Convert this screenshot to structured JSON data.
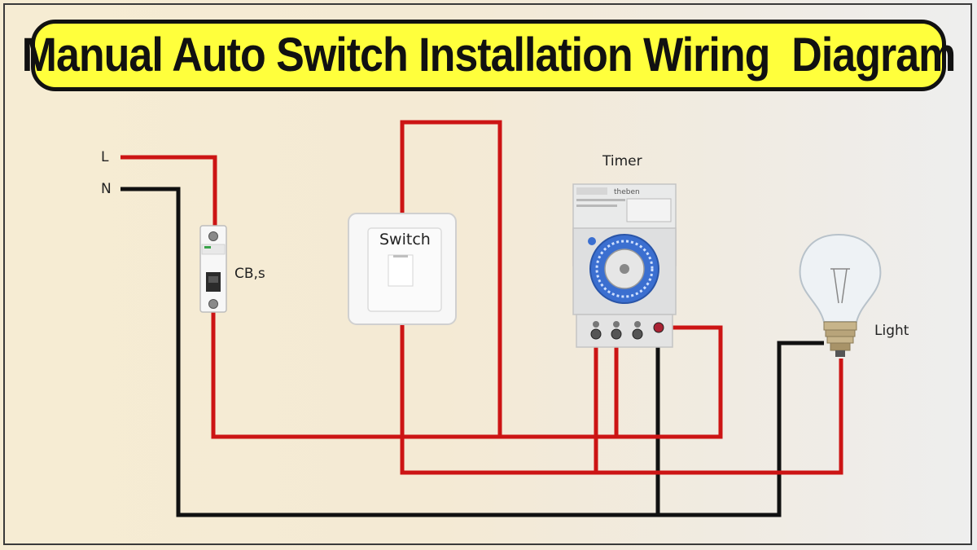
{
  "title": "Manual Auto Switch Installation Wiring  Diagram",
  "labels": {
    "line": "L",
    "neutral": "N",
    "breaker": "CB,s",
    "switch": "Switch",
    "timer": "Timer",
    "light": "Light"
  },
  "timer_brand": "theben",
  "colors": {
    "live_wire": "#cc1414",
    "neutral_wire": "#111111",
    "banner": "#ffff3c",
    "timer_dial": "#3b6fd0"
  }
}
